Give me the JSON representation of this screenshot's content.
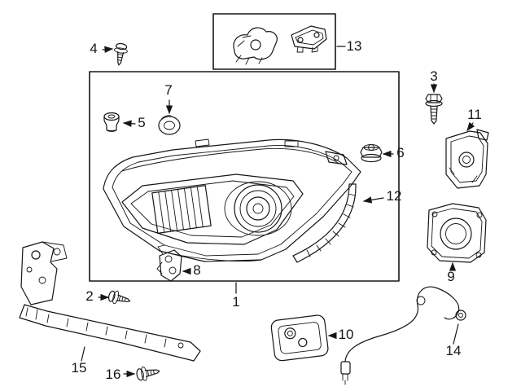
{
  "diagram": {
    "type": "exploded-parts-diagram",
    "subject": "headlamp-assembly",
    "background_color": "#ffffff",
    "line_color": "#161616",
    "callouts": [
      {
        "number": "1",
        "part": "headlamp-assembly"
      },
      {
        "number": "2",
        "part": "screw"
      },
      {
        "number": "3",
        "part": "flange-bolt"
      },
      {
        "number": "4",
        "part": "screw"
      },
      {
        "number": "5",
        "part": "grommet"
      },
      {
        "number": "6",
        "part": "nut"
      },
      {
        "number": "7",
        "part": "seal-ring"
      },
      {
        "number": "8",
        "part": "mount-bracket"
      },
      {
        "number": "9",
        "part": "led-module"
      },
      {
        "number": "10",
        "part": "control-module"
      },
      {
        "number": "11",
        "part": "side-bracket"
      },
      {
        "number": "12",
        "part": "trim-strip"
      },
      {
        "number": "13",
        "part": "bracket-kit"
      },
      {
        "number": "14",
        "part": "washer-hose"
      },
      {
        "number": "15",
        "part": "support-bracket"
      },
      {
        "number": "16",
        "part": "screw"
      }
    ]
  }
}
